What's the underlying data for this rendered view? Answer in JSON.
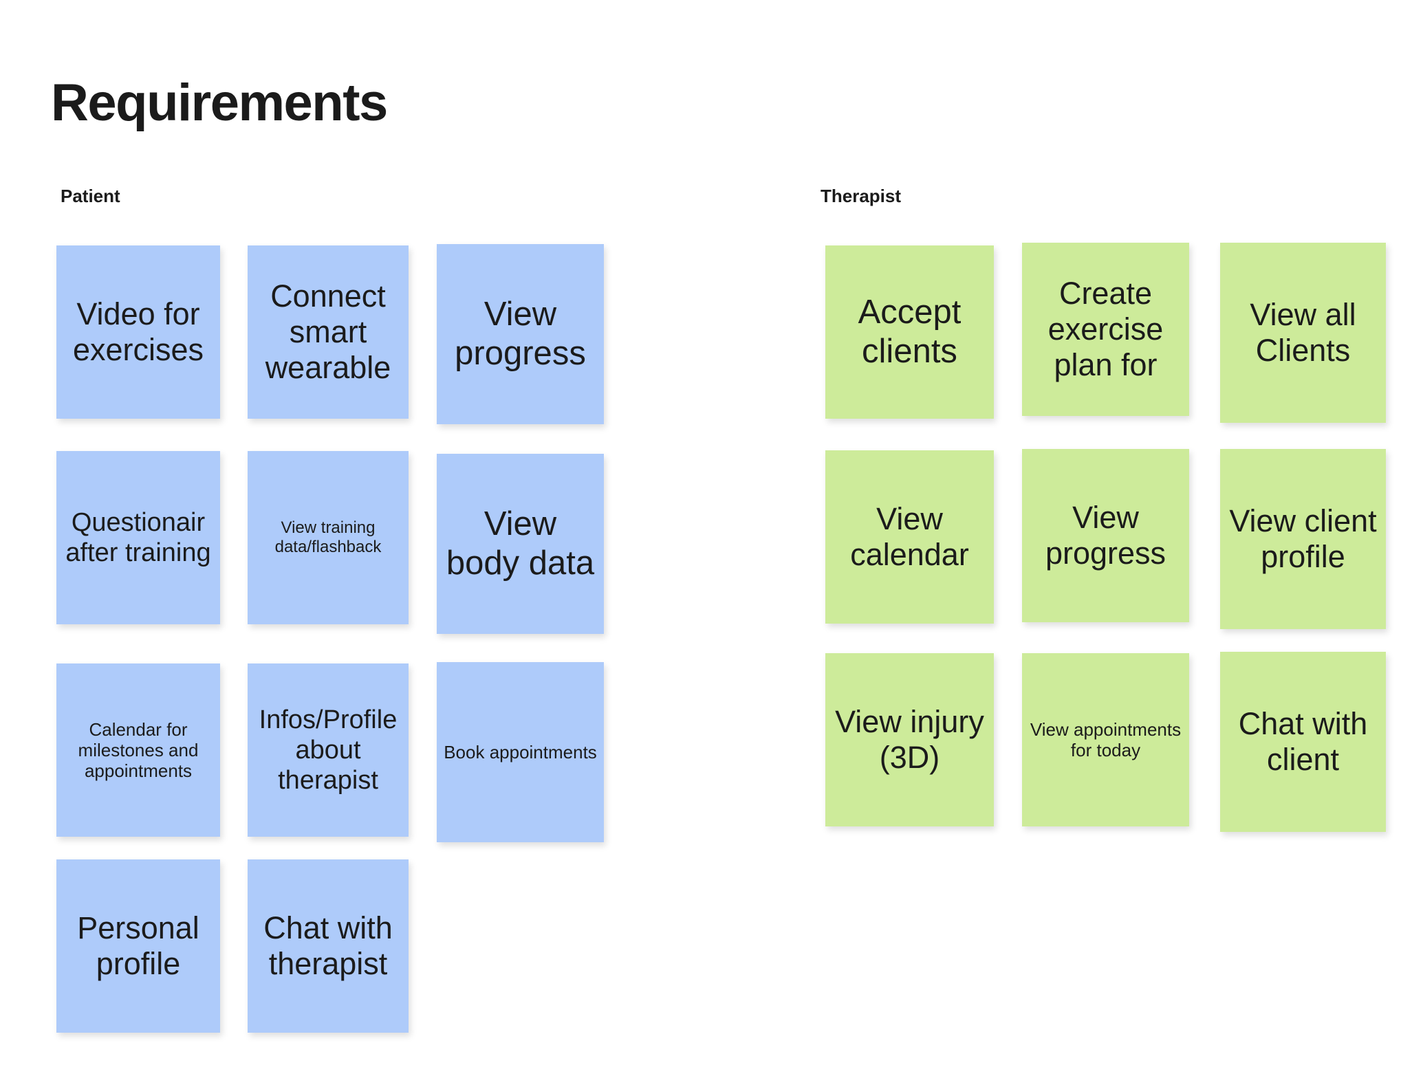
{
  "page": {
    "title": "Requirements",
    "background_color": "#ffffff",
    "text_color": "#1b1b1b"
  },
  "columns": [
    {
      "id": "patient",
      "label": "Patient",
      "note_color": "#aecbfa"
    },
    {
      "id": "therapist",
      "label": "Therapist",
      "note_color": "#cdeb9a"
    }
  ],
  "notes": {
    "patient": [
      {
        "id": "p1",
        "text": "Video for exercises"
      },
      {
        "id": "p2",
        "text": "Connect smart wearable"
      },
      {
        "id": "p3",
        "text": "View progress"
      },
      {
        "id": "p4",
        "text": "Questionair after training"
      },
      {
        "id": "p5",
        "text": "View training data/flashback"
      },
      {
        "id": "p6",
        "text": "View body data"
      },
      {
        "id": "p7",
        "text": "Calendar for milestones and appointments"
      },
      {
        "id": "p8",
        "text": "Infos/Profile about therapist"
      },
      {
        "id": "p9",
        "text": "Book appointments"
      },
      {
        "id": "p10",
        "text": "Personal profile"
      },
      {
        "id": "p11",
        "text": "Chat with therapist"
      }
    ],
    "therapist": [
      {
        "id": "t1",
        "text": "Accept clients"
      },
      {
        "id": "t2",
        "text": "Create exercise plan for"
      },
      {
        "id": "t3",
        "text": "View all Clients"
      },
      {
        "id": "t4",
        "text": "View calendar"
      },
      {
        "id": "t5",
        "text": "View progress"
      },
      {
        "id": "t6",
        "text": "View client profile"
      },
      {
        "id": "t7",
        "text": "View injury (3D)"
      },
      {
        "id": "t8",
        "text": "View appointments for today"
      },
      {
        "id": "t9",
        "text": "Chat with client"
      }
    ]
  }
}
